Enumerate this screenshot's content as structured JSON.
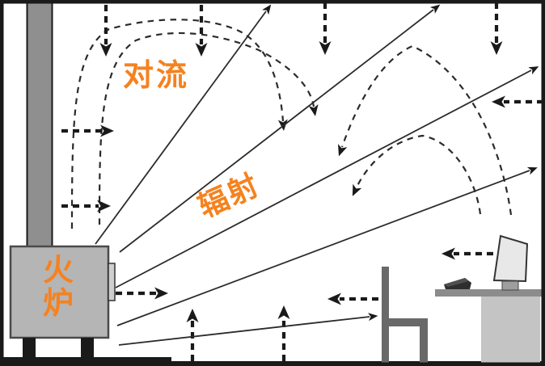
{
  "diagram": {
    "labels": {
      "convection": "对流",
      "radiation": "辐射",
      "stove": "火炉"
    },
    "legend": {
      "convection_arrow_style": "dashed",
      "radiation_arrow_style": "solid"
    },
    "objects": [
      "stove",
      "chimney",
      "chair",
      "desk",
      "monitor",
      "keyboard"
    ],
    "colors": {
      "accent_orange": "#F5821F",
      "ink": "#1A1A1A",
      "stove_body": "#B5B5B5",
      "chimney": "#8F8F8F",
      "chair": "#696969",
      "desk_top": "#8C8C8C",
      "desk_body": "#C4C4C4",
      "monitor": "#E8E8E8"
    }
  }
}
